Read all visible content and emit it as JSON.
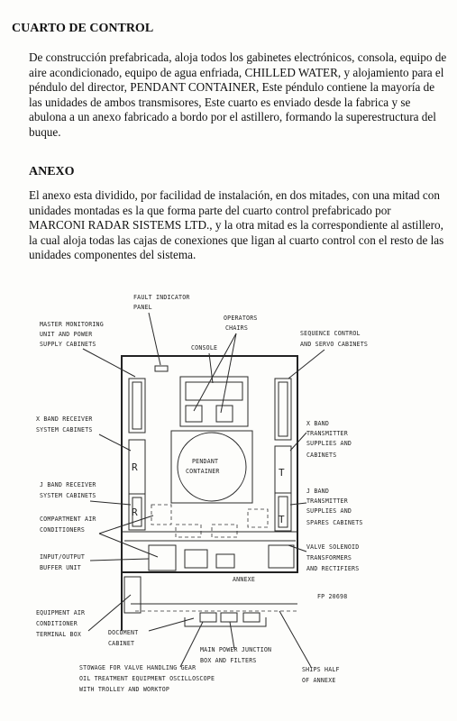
{
  "heading1": "CUARTO DE CONTROL",
  "para1": "De construcción prefabricada, aloja todos los gabinetes electrónicos, consola, equipo de aire acondicionado, equipo de agua enfriada, CHILLED WATER, y alojamiento para el péndulo del director, PENDANT CONTAINER, Este péndulo contiene la mayoría de las unidades de ambos transmisores, Este cuarto es enviado desde la fabrica y se abulona a un anexo fabricado a bordo por el astillero, formando la superestructura del buque.",
  "heading2": "ANEXO",
  "para2": "El anexo esta dividido, por facilidad de instalación, en dos mitades, con una mitad con unidades montadas es la que forma parte del cuarto control prefabricado por MARCONI RADAR SISTEMS LTD., y la otra mitad es la correspondiente al astillero, la cual aloja todas las cajas de conexiones que ligan al cuarto control con el resto de las unidades componentes del sistema.",
  "diagram": {
    "fault": [
      "FAULT INDICATOR",
      "PANEL"
    ],
    "master": [
      "MASTER MONITORING",
      "UNIT AND POWER",
      "SUPPLY CABINETS"
    ],
    "operators": [
      "OPERATORS",
      "CHAIRS"
    ],
    "console": "CONSOLE",
    "sequence": [
      "SEQUENCE CONTROL",
      "AND SERVO CABINETS"
    ],
    "xrecv": [
      "X BAND RECEIVER",
      "SYSTEM CABINETS"
    ],
    "pendant": [
      "PENDANT",
      "CONTAINER"
    ],
    "xtrans": [
      "X BAND",
      "TRANSMITTER",
      "SUPPLIES AND",
      "CABINETS"
    ],
    "r": "R",
    "t": "T",
    "jrecv": [
      "J BAND RECEIVER",
      "SYSTEM CABINETS"
    ],
    "jtrans": [
      "J BAND",
      "TRANSMITTER",
      "SUPPLIES AND",
      "SPARES CABINETS"
    ],
    "compair": [
      "COMPARTMENT AIR",
      "CONDITIONERS"
    ],
    "valve": [
      "VALVE SOLENOID",
      "TRANSFORMERS",
      "AND RECTIFIERS"
    ],
    "inout": [
      "INPUT/OUTPUT",
      "BUFFER UNIT"
    ],
    "annexe": "ANNEXE",
    "ref": "FP 20698",
    "equip": [
      "EQUIPMENT AIR",
      "CONDITIONER",
      "TERMINAL BOX"
    ],
    "doc": [
      "DOCUMENT",
      "CABINET"
    ],
    "mainpower": [
      "MAIN POWER JUNCTION",
      "BOX AND FILTERS"
    ],
    "stowage": [
      "STOWAGE FOR VALVE HANDLING GEAR",
      "OIL TREATMENT EQUIPMENT OSCILLOSCOPE",
      "WITH TROLLEY AND WORKTOP"
    ],
    "ships": [
      "SHIPS HALF",
      "OF ANNEXE"
    ]
  }
}
